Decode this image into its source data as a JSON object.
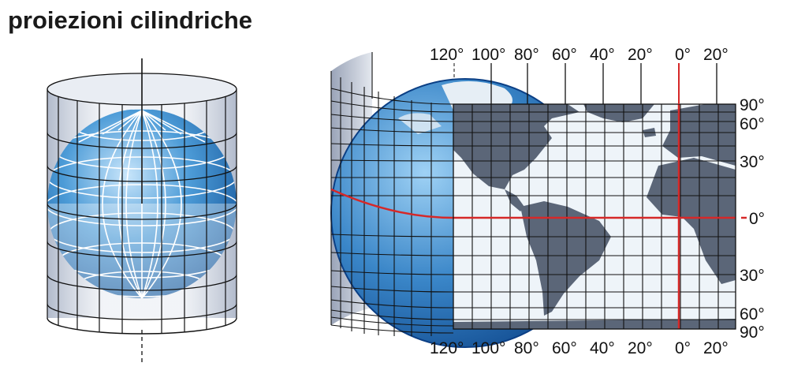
{
  "title": "proiezioni cilindriche",
  "longitude_labels": [
    "120°",
    "100°",
    "80°",
    "60°",
    "40°",
    "20°",
    "0°",
    "20°"
  ],
  "latitude_labels_right": [
    "90°",
    "60°",
    "30°",
    "0°",
    "30°",
    "60°",
    "90°"
  ],
  "colors": {
    "ocean": "#3a86c8",
    "land": "#5b6678",
    "sea_projection": "#eef4f9",
    "equator": "#d62828",
    "grid": "#111111",
    "cylinder": "#cfd5e0"
  }
}
